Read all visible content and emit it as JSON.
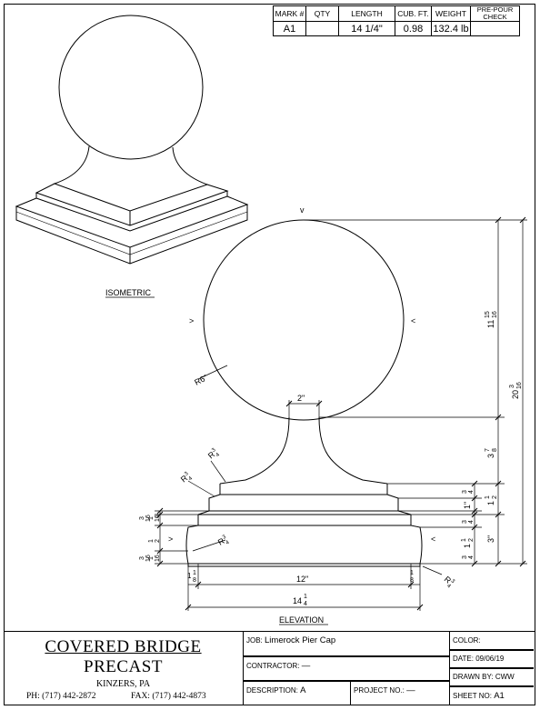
{
  "table": {
    "headers": [
      "MARK #",
      "QTY",
      "LENGTH",
      "CUB. FT.",
      "WEIGHT",
      "PRE-POUR",
      "CHECK"
    ],
    "values": [
      "A1",
      "",
      "14 1/4\"",
      "0.98",
      "132.4 lb",
      ""
    ]
  },
  "views": {
    "isometric_label": "ISOMETRIC",
    "elevation_label": "ELEVATION"
  },
  "dims": {
    "ball_height_whole": "11",
    "ball_height_num": "15",
    "ball_height_den": "16",
    "total_height_whole": "20",
    "total_height_num": "3",
    "total_height_den": "16",
    "neck_height_whole": "3",
    "neck_height_num": "7",
    "neck_height_den": "8",
    "radius_ball": "R6\"",
    "neck_width": "2\"",
    "cap_width": "12\"",
    "overall_width_whole": "14",
    "overall_width_num": "1",
    "overall_width_den": "4",
    "side_offset_num": "1",
    "side_offset_den": "8",
    "r34": "R",
    "r_num": "3",
    "r_den": "4",
    "three_q_num": "3",
    "three_q_den": "4",
    "one_inch": "1\"",
    "half_whole": "1",
    "half_num": "1",
    "half_den": "2",
    "three_inch": "3\"",
    "left_a_num": "3",
    "left_a_den": "16",
    "left_b_num": "1",
    "left_b_den": "16",
    "left_c_num": "1",
    "left_c_den": "2",
    "chev_down": "v",
    "chev_right": ">",
    "chev_left": "<"
  },
  "title_block": {
    "company_line1": "COVERED BRIDGE",
    "company_line2": "PRECAST",
    "city": "KINZERS, PA",
    "phone": "PH: (717) 442-2872",
    "fax": "FAX: (717) 442-4873",
    "job_label": "JOB:",
    "job_value": "Limerock Pier Cap",
    "contractor_label": "CONTRACTOR:",
    "contractor_value": "—",
    "description_label": "DESCRIPTION:",
    "description_value": "A",
    "project_label": "PROJECT NO.:",
    "project_value": "—",
    "color_label": "COLOR:",
    "color_value": "",
    "date_label": "DATE:",
    "date_value": "09/06/19",
    "drawn_label": "DRAWN BY:",
    "drawn_value": "CWW",
    "sheet_label": "SHEET NO:",
    "sheet_value": "A1"
  }
}
